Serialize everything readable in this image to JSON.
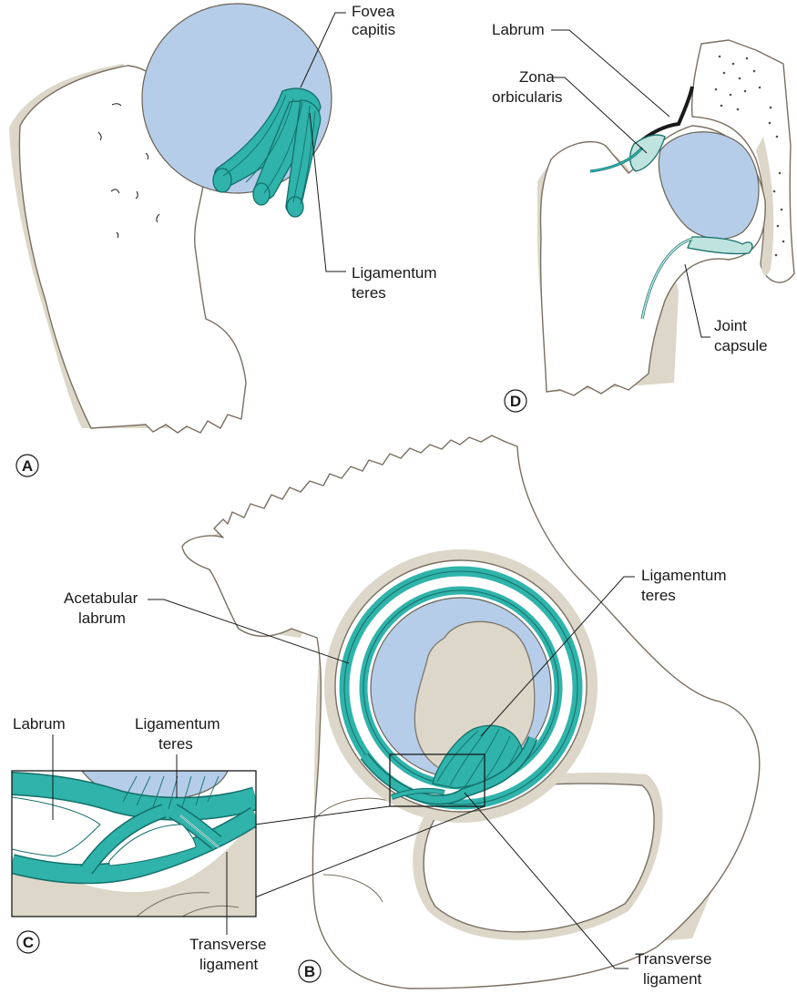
{
  "panels": {
    "A": {
      "letter": "A",
      "fovea_capitis": [
        "Fovea",
        "capitis"
      ],
      "ligamentum_teres": [
        "Ligamentum",
        "teres"
      ]
    },
    "B": {
      "letter": "B",
      "acetabular_labrum": [
        "Acetabular",
        "labrum"
      ],
      "ligamentum_teres": [
        "Ligamentum",
        "teres"
      ],
      "transverse_ligament": [
        "Transverse",
        "ligament"
      ]
    },
    "C": {
      "letter": "C",
      "labrum": "Labrum",
      "ligamentum_teres": [
        "Ligamentum",
        "teres"
      ],
      "transverse_ligament": [
        "Transverse",
        "ligament"
      ]
    },
    "D": {
      "letter": "D",
      "labrum": "Labrum",
      "zona_orbicularis": [
        "Zona",
        "orbicularis"
      ],
      "joint_capsule": [
        "Joint",
        "capsule"
      ]
    }
  },
  "colors": {
    "cartilage": "#b5cde8",
    "ligament": "#2fb3aa",
    "bone_shade": "#dcd7c8",
    "bone_outline": "#7a6f61"
  }
}
